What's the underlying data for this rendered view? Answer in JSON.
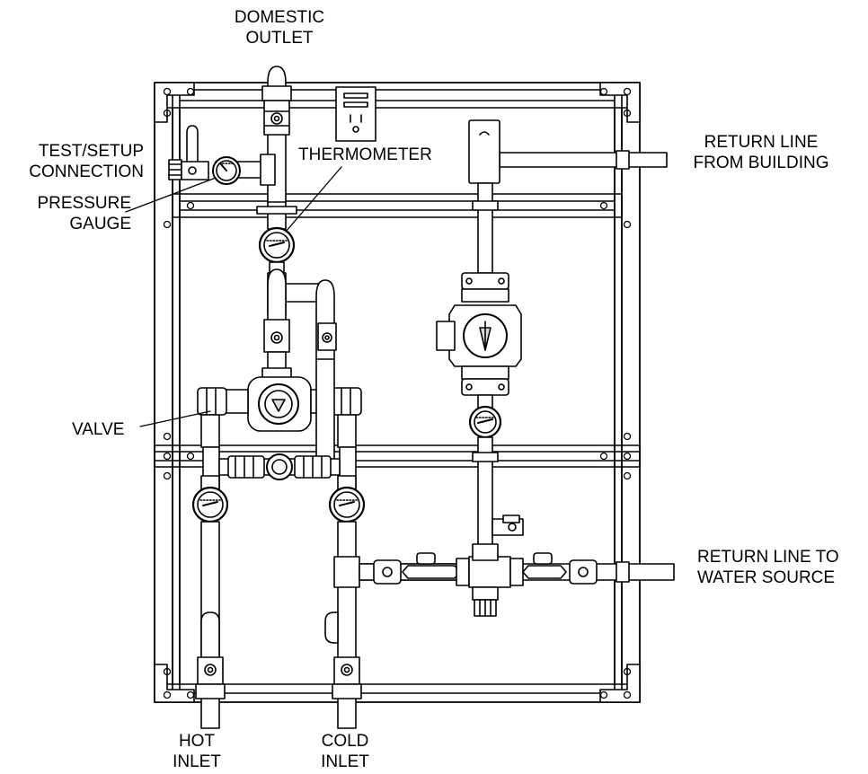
{
  "labels": {
    "domestic_outlet": [
      "DOMESTIC",
      "OUTLET"
    ],
    "test_setup": [
      "TEST/SETUP",
      "CONNECTION"
    ],
    "pressure_gauge": [
      "PRESSURE",
      "GAUGE"
    ],
    "thermometer": "THERMOMETER",
    "return_from_building": [
      "RETURN LINE",
      "FROM BUILDING"
    ],
    "valve": "VALVE",
    "return_to_source": [
      "RETURN LINE TO",
      "WATER SOURCE"
    ],
    "hot_inlet": [
      "HOT",
      "INLET"
    ],
    "cold_inlet": [
      "COLD",
      "INLET"
    ]
  },
  "colors": {
    "line": "#000000",
    "fill": "#ffffff",
    "shade": "#d9d9d9"
  }
}
